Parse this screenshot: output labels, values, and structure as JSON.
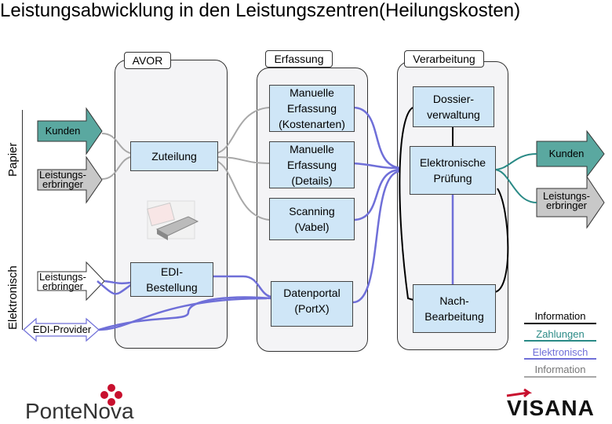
{
  "title": "Leistungsabwicklung in den Leistungszentren(Heilungskosten)",
  "side_labels": {
    "paper": "Papier",
    "electronic": "Elektronisch"
  },
  "lanes": {
    "avor": "AVOR",
    "erfassung": "Erfassung",
    "verarbeitung": "Verarbeitung"
  },
  "inputs": {
    "kunden": "Kunden",
    "leistungserbringer_paper": "Leistungs-\nerbringer",
    "leistungserbringer_elec": "Leistungs-\nerbringer",
    "edi_provider": "EDI-Provider"
  },
  "boxes": {
    "zuteilung": "Zuteilung",
    "edi_bestellung": "EDI-\nBestellung",
    "manuelle_kostenarten": "Manuelle\nErfassung\n(Kostenarten)",
    "manuelle_details": "Manuelle\nErfassung\n(Details)",
    "scanning": "Scanning\n(Vabel)",
    "datenportal": "Datenportal\n(PortX)",
    "dossier": "Dossier-\nverwaltung",
    "pruefung": "Elektronische\nPrüfung",
    "nachbearbeitung": "Nach-\nBearbeitung"
  },
  "outputs": {
    "kunden": "Kunden",
    "leistungserbringer": "Leistungs-\nerbringer"
  },
  "legend": [
    {
      "label": "Information",
      "color": "#000000"
    },
    {
      "label": "Zahlungen",
      "color": "#2a8a86"
    },
    {
      "label": "Elektronisch",
      "color": "#6f6fd8"
    },
    {
      "label": "Information",
      "color": "#a8a8a8"
    }
  ],
  "logos": {
    "pontenova": "PonteNova",
    "visana": "VISANA"
  }
}
